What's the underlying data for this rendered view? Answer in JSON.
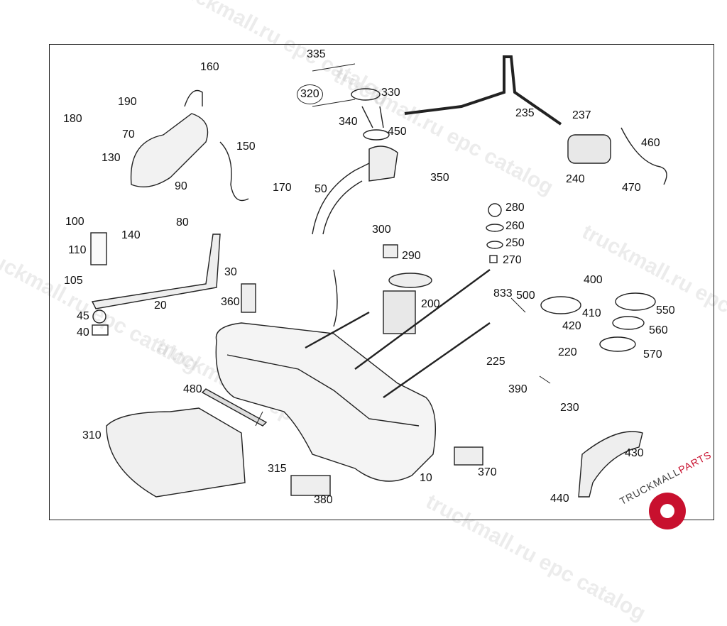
{
  "watermark": "truckmall.ru epc catalog",
  "logo": {
    "brand": "TRUCKMALL",
    "suffix": "PARTS",
    "color": "#c8102e"
  },
  "callouts": [
    {
      "id": "335",
      "circled": false
    },
    {
      "id": "320",
      "circled": true
    },
    {
      "id": "330"
    },
    {
      "id": "340"
    },
    {
      "id": "450"
    },
    {
      "id": "160"
    },
    {
      "id": "180"
    },
    {
      "id": "190"
    },
    {
      "id": "70"
    },
    {
      "id": "130"
    },
    {
      "id": "90"
    },
    {
      "id": "150"
    },
    {
      "id": "170"
    },
    {
      "id": "100"
    },
    {
      "id": "140"
    },
    {
      "id": "80"
    },
    {
      "id": "110"
    },
    {
      "id": "105"
    },
    {
      "id": "30"
    },
    {
      "id": "20"
    },
    {
      "id": "45"
    },
    {
      "id": "40"
    },
    {
      "id": "360"
    },
    {
      "id": "235"
    },
    {
      "id": "237"
    },
    {
      "id": "460"
    },
    {
      "id": "240"
    },
    {
      "id": "470"
    },
    {
      "id": "350"
    },
    {
      "id": "50"
    },
    {
      "id": "280"
    },
    {
      "id": "260"
    },
    {
      "id": "250"
    },
    {
      "id": "270"
    },
    {
      "id": "300"
    },
    {
      "id": "290"
    },
    {
      "id": "200"
    },
    {
      "id": "400"
    },
    {
      "id": "833"
    },
    {
      "id": "500"
    },
    {
      "id": "410"
    },
    {
      "id": "550"
    },
    {
      "id": "420"
    },
    {
      "id": "560"
    },
    {
      "id": "220"
    },
    {
      "id": "570"
    },
    {
      "id": "225"
    },
    {
      "id": "390"
    },
    {
      "id": "230"
    },
    {
      "id": "480"
    },
    {
      "id": "310"
    },
    {
      "id": "315"
    },
    {
      "id": "380"
    },
    {
      "id": "10"
    },
    {
      "id": "370"
    },
    {
      "id": "430"
    },
    {
      "id": "440"
    }
  ]
}
